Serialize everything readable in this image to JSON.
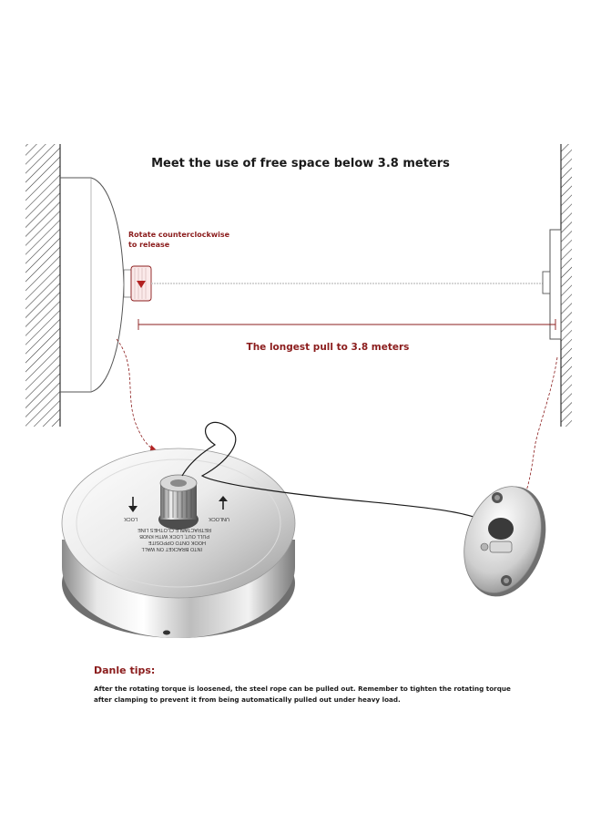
{
  "heading": "Meet the use of free space below 3.8 meters",
  "rotate_note": {
    "line1": "Rotate counterclockwise",
    "line2": "to release"
  },
  "pull_label": "The longest pull to 3.8 meters",
  "device": {
    "lock_label": "LOCK",
    "unlock_label": "UNLOCK",
    "engraving": [
      "RETRACTABLE CLOTHES LINE",
      "PULL OUT, LOCK WITH KNOB",
      "HOOK ONTO OPPOSITE",
      "INTO BRACKET ON WALL"
    ]
  },
  "tips": {
    "title": "Danle tips:",
    "body": "After the rotating torque is loosened, the steel rope can be pulled out. Remember to tighten the rotating torque after clamping to prevent it from being automatically pulled out under heavy load."
  },
  "colors": {
    "accent_red": "#8b1c1c",
    "line": "#555555",
    "chrome_light": "#f4f4f4",
    "chrome_dark": "#7d7d7d"
  }
}
